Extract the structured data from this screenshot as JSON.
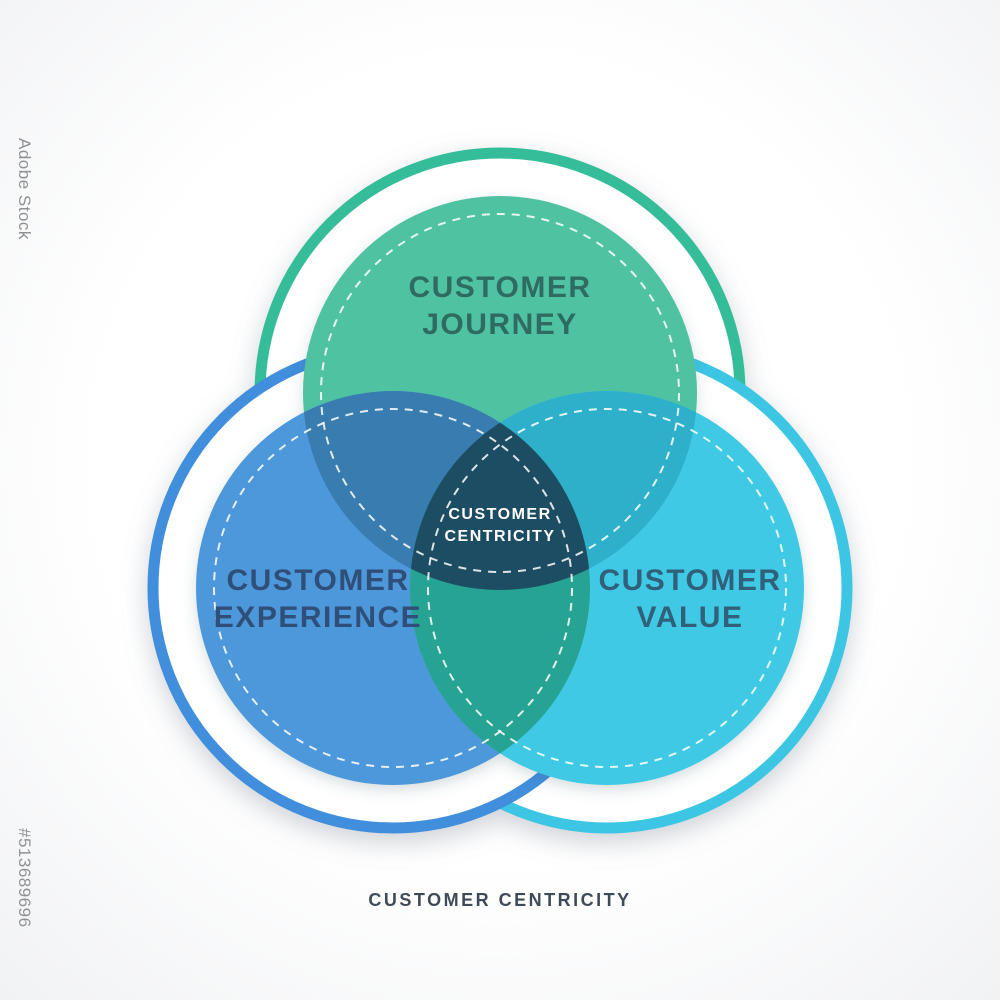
{
  "diagram": {
    "circles": {
      "journey": {
        "line1": "CUSTOMER",
        "line2": "JOURNEY",
        "fill": "#4FC2A2",
        "ring": "#36BD9A",
        "label_color": "#2F6B60"
      },
      "experience": {
        "line1": "CUSTOMER",
        "line2": "EXPERIENCE",
        "fill": "#4E97DB",
        "ring": "#3F8EDC",
        "label_color": "#2F4F78"
      },
      "value": {
        "line1": "CUSTOMER",
        "line2": "VALUE",
        "fill": "#41C9E5",
        "ring": "#3CC6E4",
        "label_color": "#31607A"
      }
    },
    "overlaps": {
      "journey_experience": "#387CB0",
      "journey_value": "#2FB0CB",
      "experience_value": "#28A392",
      "center": "#1B4D63"
    },
    "center_label": {
      "line1": "CUSTOMER",
      "line2": "CENTRICITY",
      "color": "#FFFFFF"
    },
    "caption": "CUSTOMER CENTRICITY",
    "caption_color": "#3F4A59"
  },
  "watermark": {
    "brand": "Adobe Stock",
    "id": "#513689696"
  }
}
